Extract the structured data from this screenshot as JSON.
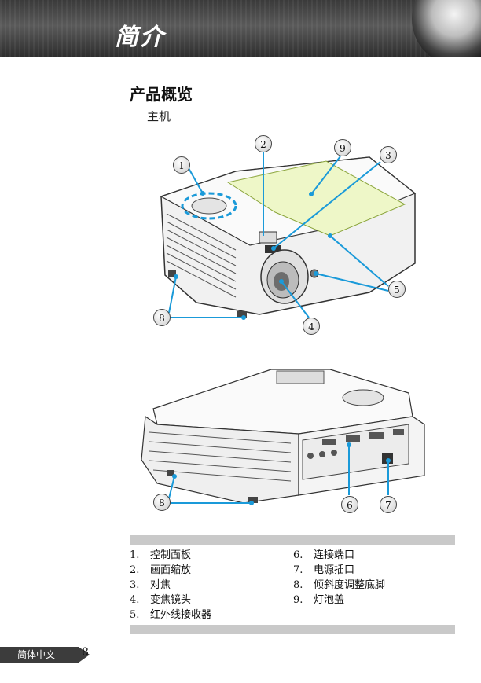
{
  "header": {
    "title": "简介"
  },
  "section": {
    "title": "产品概览",
    "subtitle": "主机"
  },
  "figure1": {
    "callouts": [
      "1",
      "2",
      "9",
      "3",
      "5",
      "8",
      "4"
    ]
  },
  "figure2": {
    "callouts": [
      "8",
      "6",
      "7"
    ]
  },
  "parts": {
    "left": [
      {
        "num": "1.",
        "label": "控制面板"
      },
      {
        "num": "2.",
        "label": "画面缩放"
      },
      {
        "num": "3.",
        "label": "对焦"
      },
      {
        "num": "4.",
        "label": "变焦镜头"
      },
      {
        "num": "5.",
        "label": "红外线接收器"
      }
    ],
    "right": [
      {
        "num": "6.",
        "label": "连接端口"
      },
      {
        "num": "7.",
        "label": "电源插口"
      },
      {
        "num": "8.",
        "label": "倾斜度调整底脚"
      },
      {
        "num": "9.",
        "label": "灯泡盖"
      }
    ]
  },
  "footer": {
    "language": "简体中文",
    "page": "8"
  },
  "colors": {
    "accent": "#1a9ad9",
    "highlight": "#eef7c8",
    "bar": "#c9c9c9",
    "header": "#3c3c3c"
  }
}
